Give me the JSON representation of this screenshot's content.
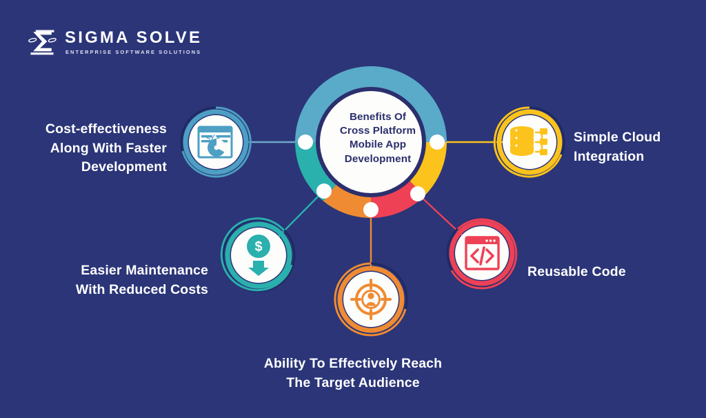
{
  "brand": {
    "name": "SIGMA SOLVE",
    "tagline": "ENTERPRISE SOFTWARE SOLUTIONS",
    "logo_icon": "sigma-logo-icon"
  },
  "hub": {
    "title_lines": [
      "Benefits Of",
      "Cross Platform",
      "Mobile App",
      "Development"
    ],
    "title": "Benefits Of Cross Platform Mobile App Development",
    "text_color": "#2b2f6d",
    "fill": "#fdfdfb",
    "inner_stroke": "#2b2f6d",
    "segments": [
      {
        "name": "top",
        "color": "#5aaac9"
      },
      {
        "name": "left",
        "color": "#2ab0ad"
      },
      {
        "name": "bottom",
        "color": "#ef8b33"
      },
      {
        "name": "right",
        "color": "#ee4156"
      },
      {
        "name": "upper-right",
        "color": "#fcc31c"
      }
    ]
  },
  "benefits": [
    {
      "id": "cost-effectiveness",
      "label": "Cost-effectiveness Along With Faster Development",
      "label_lines": [
        "Cost-effectiveness",
        "Along With Faster",
        "Development"
      ],
      "color": "#4d9fc4",
      "icon": "code-window-pie-chart-icon"
    },
    {
      "id": "simple-cloud-integration",
      "label": "Simple Cloud Integration",
      "label_lines": [
        "Simple Cloud",
        "Integration"
      ],
      "color": "#fcc31c",
      "icon": "database-network-icon"
    },
    {
      "id": "easier-maintenance",
      "label": "Easier Maintenance With Reduced Costs",
      "label_lines": [
        "Easier Maintenance",
        "With Reduced Costs"
      ],
      "color": "#2ab0ad",
      "icon": "dollar-coin-down-arrow-icon"
    },
    {
      "id": "target-audience",
      "label": "Ability To Effectively Reach The Target Audience",
      "label_lines": [
        "Ability To Effectively Reach",
        "The Target Audience"
      ],
      "color": "#ef8b33",
      "icon": "target-person-icon"
    },
    {
      "id": "reusable-code",
      "label": "Reusable Code",
      "label_lines": [
        "Reusable Code"
      ],
      "color": "#ee4156",
      "icon": "code-window-icon"
    }
  ],
  "colors": {
    "background": "#2b3578",
    "text": "#ffffff",
    "badge_fill": "#fdfdfb",
    "connector_blue": "#6fa9c9",
    "connector_teal": "#2ab0ad",
    "connector_yellow": "#fcc31c",
    "connector_orange": "#ef8b33",
    "connector_red": "#ee4156"
  }
}
